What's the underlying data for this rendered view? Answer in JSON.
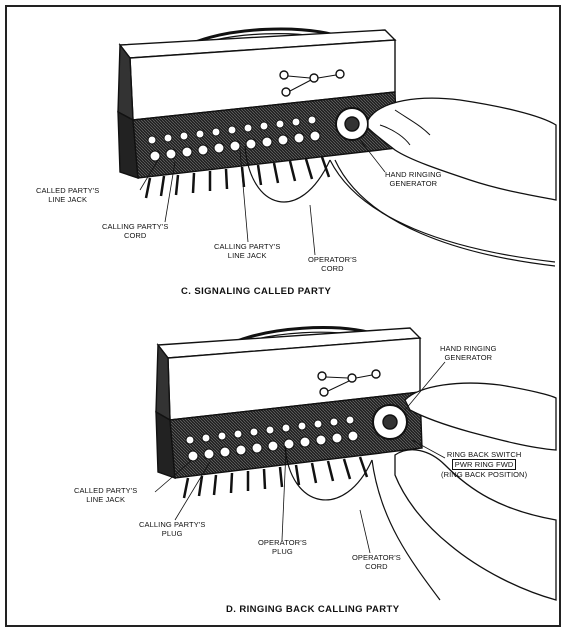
{
  "panel_c": {
    "caption": "C.  SIGNALING CALLED PARTY",
    "labels": {
      "called_line_jack": [
        "CALLED PARTY'S",
        "LINE JACK"
      ],
      "calling_cord": [
        "CALLING PARTY'S",
        "CORD"
      ],
      "calling_line_jack": [
        "CALLING PARTY'S",
        "LINE JACK"
      ],
      "operators_cord": [
        "OPERATOR'S",
        "CORD"
      ],
      "hand_ringing_generator": [
        "HAND RINGING",
        "GENERATOR"
      ]
    }
  },
  "panel_d": {
    "caption": "D.  RINGING BACK CALLING PARTY",
    "labels": {
      "hand_ringing_generator": [
        "HAND RINGING",
        "GENERATOR"
      ],
      "ring_back_switch": "RING BACK SWITCH",
      "switch_positions": "PWR RING FWD",
      "ring_back_position": "(RING BACK POSITION)",
      "called_line_jack": [
        "CALLED PARTY'S",
        "LINE JACK"
      ],
      "calling_plug": [
        "CALLING PARTY'S",
        "PLUG"
      ],
      "operators_plug": [
        "OPERATOR'S",
        "PLUG"
      ],
      "operators_cord": [
        "OPERATOR'S",
        "CORD"
      ]
    }
  }
}
